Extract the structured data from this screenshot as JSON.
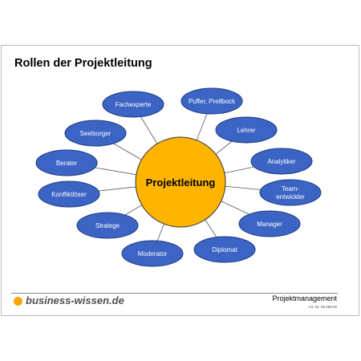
{
  "title": "Rollen der Projektleitung",
  "center": {
    "label": "Projektleitung",
    "color": "#ffb400"
  },
  "roles": [
    {
      "lines": [
        "Fachexperte"
      ]
    },
    {
      "lines": [
        "Puffer, Prellbock"
      ]
    },
    {
      "lines": [
        "Lehrer"
      ]
    },
    {
      "lines": [
        "Analytiker"
      ]
    },
    {
      "lines": [
        "Team-",
        "entwickler"
      ]
    },
    {
      "lines": [
        "Manager"
      ]
    },
    {
      "lines": [
        "Diplomat"
      ]
    },
    {
      "lines": [
        "Moderator"
      ]
    },
    {
      "lines": [
        "Stratege"
      ]
    },
    {
      "lines": [
        "Konfliktlöser"
      ]
    },
    {
      "lines": [
        "Berater"
      ]
    },
    {
      "lines": [
        "Seelsorger"
      ]
    }
  ],
  "colors": {
    "role_fill": "#3b64c4",
    "role_stroke": "#1f3a80",
    "accent": "#f7a600"
  },
  "footer": {
    "logo": "business-wissen.de",
    "label": "Projektmanagement",
    "article": "Art.-Nr. 99.599.00"
  }
}
